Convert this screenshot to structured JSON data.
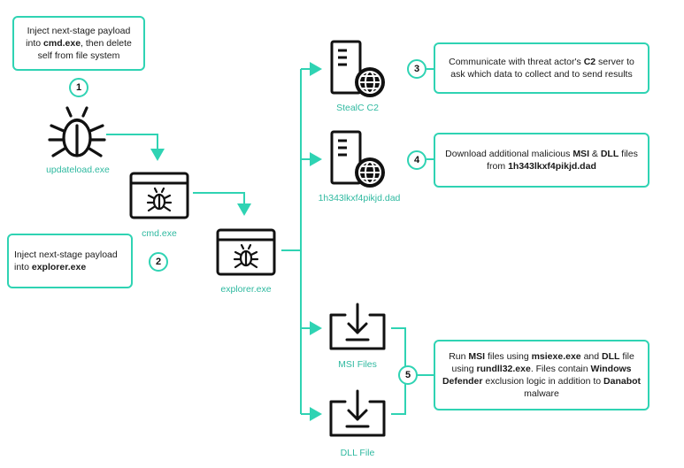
{
  "steps": {
    "s1": {
      "number": "1",
      "parts": [
        [
          "Inject next-stage payload into ",
          false
        ],
        [
          "cmd.exe",
          true
        ],
        [
          ", then delete self from file system",
          false
        ]
      ]
    },
    "s2": {
      "number": "2",
      "parts": [
        [
          "Inject next-stage payload into ",
          false
        ],
        [
          "explorer.exe",
          true
        ]
      ]
    },
    "s3": {
      "number": "3",
      "parts": [
        [
          "Communicate with threat actor's ",
          false
        ],
        [
          "C2",
          true
        ],
        [
          " server to ask which data to collect and to send results",
          false
        ]
      ]
    },
    "s4": {
      "number": "4",
      "parts": [
        [
          "Download additional malicious ",
          false
        ],
        [
          "MSI",
          true
        ],
        [
          " & ",
          false
        ],
        [
          "DLL",
          true
        ],
        [
          " files from ",
          false
        ],
        [
          "1h343lkxf4pikjd.dad",
          true
        ]
      ]
    },
    "s5": {
      "number": "5",
      "parts": [
        [
          "Run ",
          false
        ],
        [
          "MSI",
          true
        ],
        [
          " files using ",
          false
        ],
        [
          "msiexe.exe",
          true
        ],
        [
          " and ",
          false
        ],
        [
          "DLL",
          true
        ],
        [
          " file using ",
          false
        ],
        [
          "rundll32.exe",
          true
        ],
        [
          ". Files contain ",
          false
        ],
        [
          "Windows Defender",
          true
        ],
        [
          " exclusion logic in addition to ",
          false
        ],
        [
          "Danabot",
          true
        ],
        [
          " malware",
          false
        ]
      ]
    }
  },
  "nodes": {
    "updateload": {
      "label": "updateload.exe",
      "icon": "bug-icon"
    },
    "cmd": {
      "label": "cmd.exe",
      "icon": "window-bug-icon"
    },
    "explorer": {
      "label": "explorer.exe",
      "icon": "window-bug-icon"
    },
    "stealc": {
      "label": "StealC C2",
      "icon": "server-globe-icon"
    },
    "domain": {
      "label": "1h343lkxf4pikjd.dad",
      "icon": "server-globe-icon"
    },
    "msi": {
      "label": "MSI Files",
      "icon": "download-tray-icon"
    },
    "dll": {
      "label": "DLL File",
      "icon": "download-tray-icon"
    }
  },
  "colors": {
    "accent": "#2fd3b3",
    "label": "#2fb9a0",
    "ink": "#111111"
  }
}
